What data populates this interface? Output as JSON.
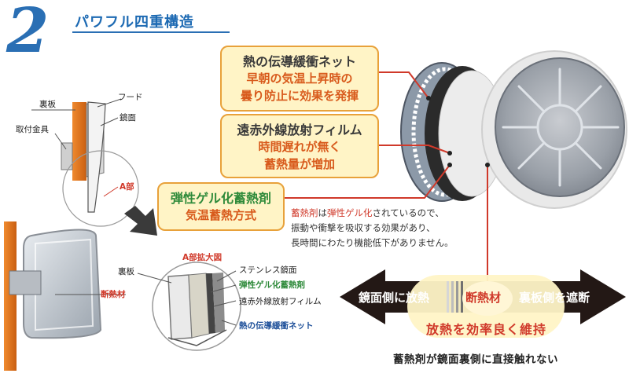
{
  "header": {
    "number": "2",
    "title": "パワフル四重構造"
  },
  "callouts": {
    "net": {
      "title": "熱の伝導緩衝ネット",
      "line1": "早朝の気温上昇時の",
      "line2": "曇り防止に効果を発揮"
    },
    "film": {
      "title": "遠赤外線放射フィルム",
      "line1": "時間遅れが無く",
      "line2": "蓄熱量が増加"
    },
    "gel": {
      "title": "弾性ゲル化蓄熱剤",
      "line1": "気温蓄熱方式"
    }
  },
  "note": {
    "line1_red1": "蓄熱剤",
    "line1_mid": "は",
    "line1_red2": "弾性ゲル化",
    "line1_rest": "されているので、",
    "line2": "振動や衝撃を吸収する効果があり、",
    "line3": "長時間にわたり機能低下がありません。"
  },
  "side_labels": {
    "back_plate": "裏板",
    "hood": "フード",
    "mount": "取付金具",
    "mirror": "鏡面",
    "part_a": "A部"
  },
  "detail": {
    "title": "A部拡大図",
    "back_plate": "裏板",
    "stainless": "ステンレス鏡面",
    "gel": "弾性ゲル化蓄熱剤",
    "film": "遠赤外線放射フィルム",
    "net": "熱の伝導緩衝ネット",
    "insulation": "断熱材"
  },
  "band": {
    "left": "鏡面側に放熱",
    "center": "断熱材",
    "right": "裏板側を遮断",
    "sub": "放熱を効率良く維持"
  },
  "bottom_note": "蓄熱剤が鏡面裏側に直接触れない",
  "colors": {
    "accent_blue": "#2a6fb4",
    "callout_border": "#e8a13a",
    "red_text": "#d0392a",
    "green_text": "#2e8a3a",
    "band_dark": "#231815"
  }
}
